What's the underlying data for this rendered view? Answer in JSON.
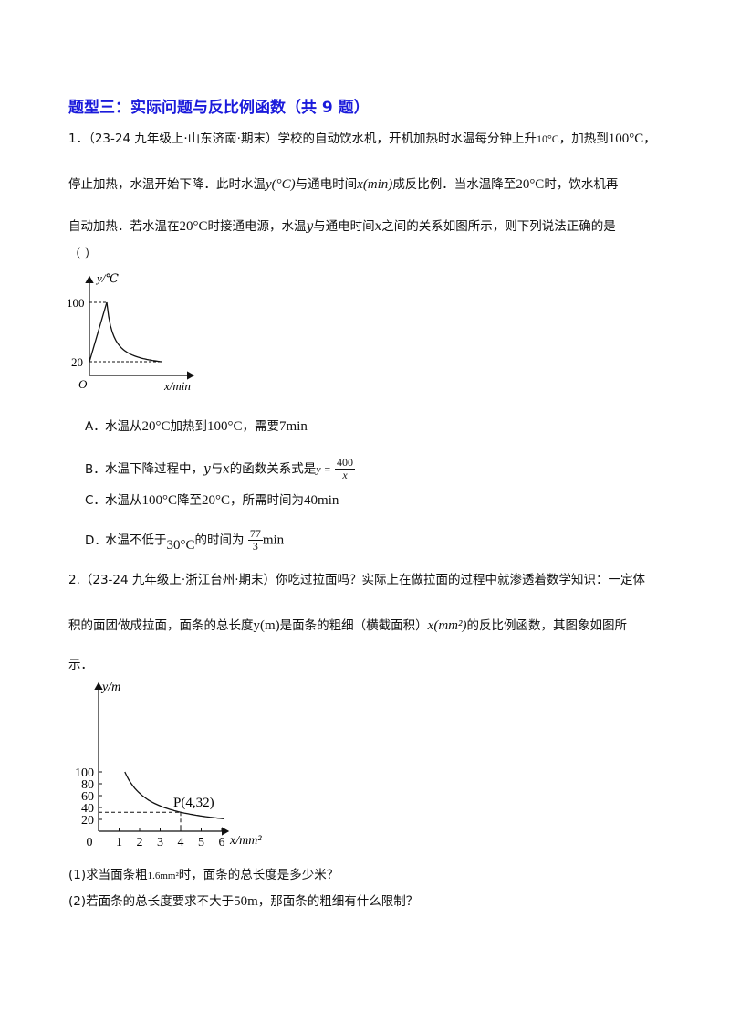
{
  "section": {
    "title": "题型三：实际问题与反比例函数（共 9 题）"
  },
  "q1": {
    "number": "1．",
    "line1_pre": "（23-24 九年级上·山东济南·期末）学校的自动饮水机，开机加热时水温每分钟上升",
    "line1_m1": "10°C",
    "line1_mid": "，加热到",
    "line1_m2": "100°C",
    "line1_end": "，",
    "line2_a": "停止加热，水温开始下降．此时水温",
    "line2_m1": "y(°C)",
    "line2_b": "与通电时间",
    "line2_m2": "x(min)",
    "line2_c": "成反比例．当水温降至",
    "line2_m3": "20°C",
    "line2_d": "时，饮水机再",
    "line3_a": "自动加热．若水温在",
    "line3_m1": "20°C",
    "line3_b": "时接通电源，水温",
    "line3_y": "y",
    "line3_c": "与通电时间",
    "line3_x": "x",
    "line3_d": "之间的关系如图所示，则下列说法正确的是",
    "bracket": "（    ）",
    "graph": {
      "ylabel": "y/℃",
      "xlabel": "x/min",
      "origin": "O",
      "y_high": "100",
      "y_low": "20"
    },
    "options": {
      "A": {
        "label": "A．",
        "t1": "水温从",
        "m1": "20°C",
        "t2": "加热到",
        "m2": "100°C",
        "t3": "，需要",
        "m3": "7min"
      },
      "B": {
        "label": "B．",
        "t1": "水温下降过程中，",
        "y": "y",
        "t2": "与",
        "x": "x",
        "t3": "的函数关系式是",
        "lhs": "y =",
        "num": "400",
        "den": "x"
      },
      "C": {
        "label": "C．",
        "t1": "水温从",
        "m1": "100°C",
        "t2": "降至",
        "m2": "20°C",
        "t3": "，所需时间为",
        "m3": "40min"
      },
      "D": {
        "label": "D．",
        "t1": "水温不低于",
        "m1": "30°C",
        "t2": "的时间为",
        "num": "77",
        "den": "3",
        "unit": "min"
      }
    }
  },
  "q2": {
    "line1": "2.（23-24 九年级上·浙江台州·期末）你吃过拉面吗？实际上在做拉面的过程中就渗透着数学知识：一定体",
    "line2_a": "积的面团做成拉面，面条的总长度",
    "line2_m1": "y(m)",
    "line2_b": "是面条的粗细（横截面积）",
    "line2_m2": "x(mm²)",
    "line2_c": "的反比例函数，其图象如图所",
    "line3": "示．",
    "graph": {
      "ylabel": "y/m",
      "xlabel": "x/mm²",
      "point_label": "P(4,32)",
      "y_ticks": [
        "100",
        "80",
        "60",
        "40",
        "20"
      ],
      "x_ticks": [
        "0",
        "1",
        "2",
        "3",
        "4",
        "5",
        "6"
      ]
    },
    "sub1_a": "(1)求当面条粗",
    "sub1_m": "1.6mm²",
    "sub1_b": "时，面条的总长度是多少米？",
    "sub2_a": "(2)若面条的总长度要求不大于",
    "sub2_m": "50m",
    "sub2_b": "，那面条的粗细有什么限制？"
  }
}
